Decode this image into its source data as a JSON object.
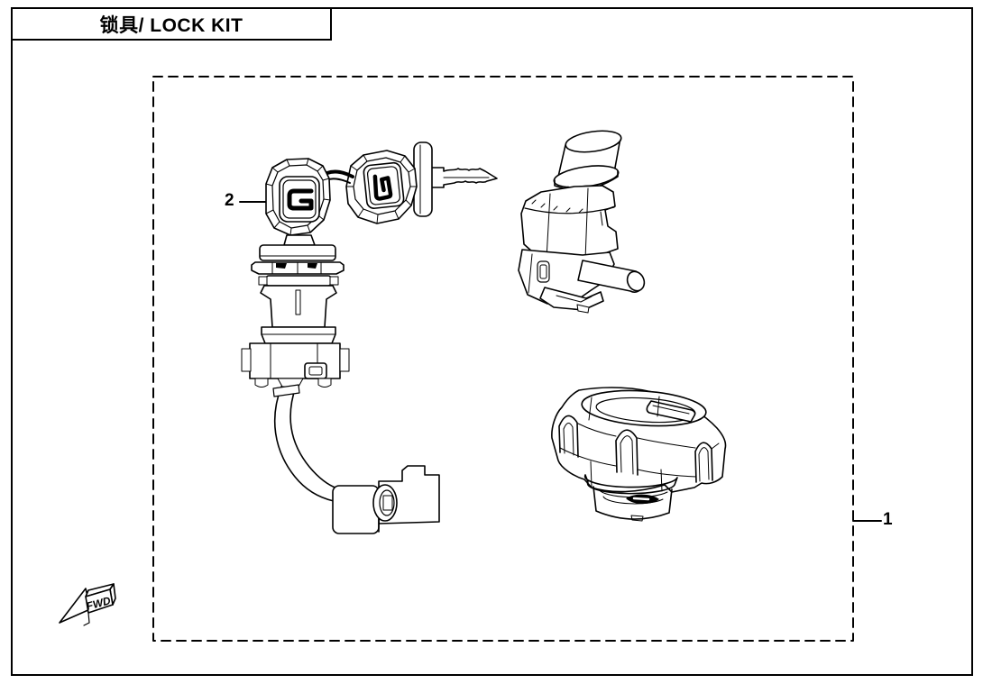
{
  "page": {
    "background_color": "#ffffff",
    "line_color": "#000000"
  },
  "title_box": {
    "text": "锁具/ LOCK KIT"
  },
  "kit_boundary": {
    "style": "dashed"
  },
  "callouts": {
    "part1": {
      "number": "1"
    },
    "part2": {
      "number": "2"
    }
  },
  "fwd_marker": {
    "label": "FWD"
  },
  "drawings": {
    "part2_drawing": "ignition-switch-with-keys",
    "upper_right_drawing": "lock-cylinder",
    "lower_right_drawing": "fuel-tank-cap"
  }
}
